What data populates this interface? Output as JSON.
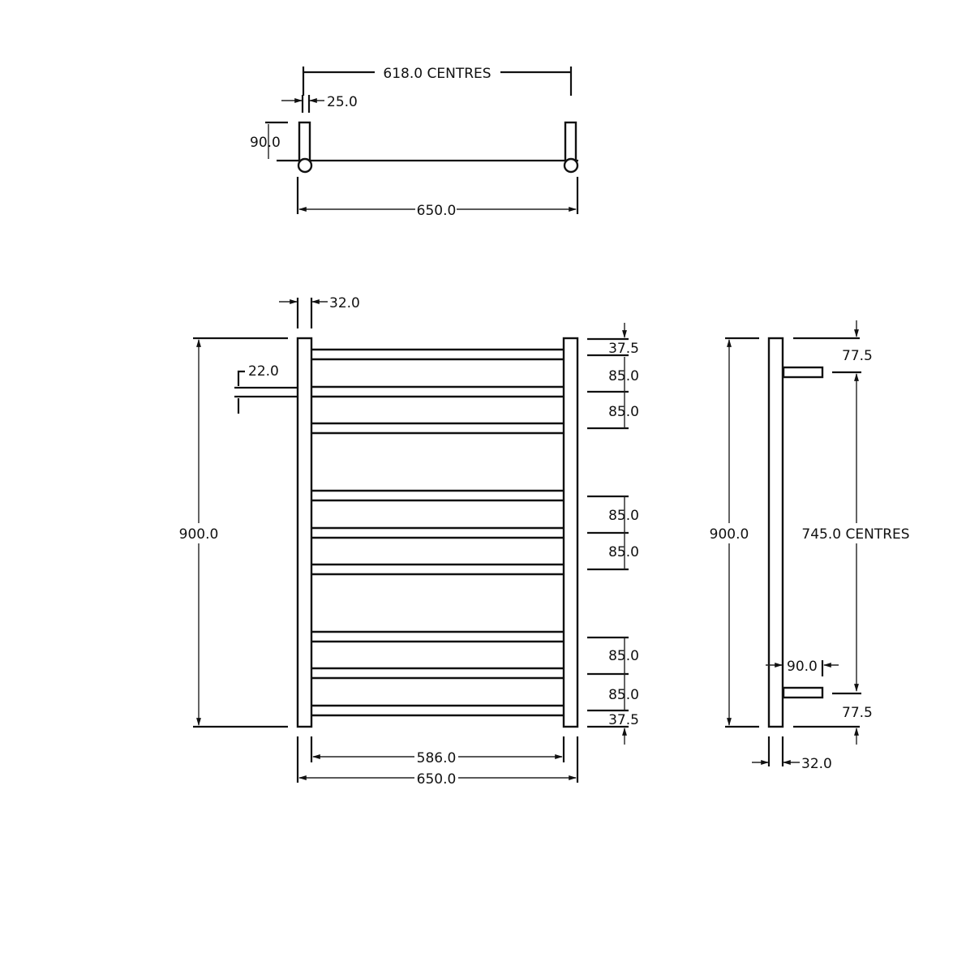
{
  "drawing": {
    "title": "Heated towel rail dimension drawing",
    "units": "mm",
    "colors": {
      "line": "#111111",
      "background": "#ffffff"
    }
  },
  "top_view": {
    "centres_label": "618.0 CENTRES",
    "bracket_width_label": "25.0",
    "projection_label": "90.0",
    "overall_width_label": "650.0"
  },
  "front_view": {
    "upright_width_label": "32.0",
    "rail_diameter_label": "22.0",
    "overall_height_label": "900.0",
    "inner_width_label": "586.0",
    "overall_width_label": "650.0",
    "rail_spacing_labels": [
      "37.5",
      "85.0",
      "85.0",
      "85.0",
      "85.0",
      "85.0",
      "85.0",
      "37.5"
    ]
  },
  "side_view": {
    "overall_height_label": "900.0",
    "top_offset_label": "77.5",
    "centres_label": "745.0 CENTRES",
    "projection_label": "90.0",
    "bottom_offset_label": "77.5",
    "upright_width_label": "32.0"
  }
}
